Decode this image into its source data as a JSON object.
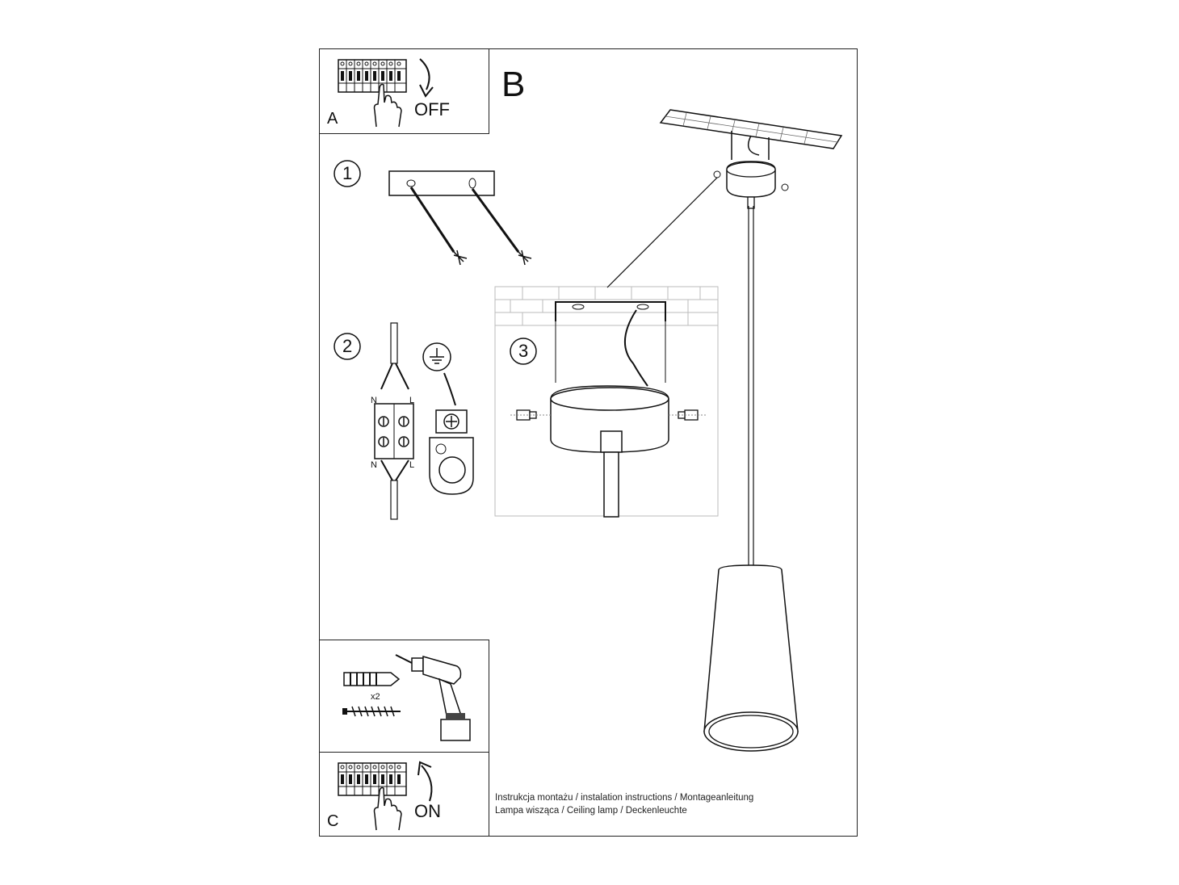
{
  "panel_a": {
    "letter": "A",
    "action": "OFF"
  },
  "panel_b": {
    "letter": "B"
  },
  "panel_c": {
    "letter": "C",
    "action": "ON"
  },
  "steps": {
    "one": "1",
    "two": "2",
    "three": "3"
  },
  "wiring": {
    "n_top": "N",
    "l_top": "L",
    "n_bottom": "N",
    "l_bottom": "L"
  },
  "drill": {
    "quantity": "x2"
  },
  "footer": {
    "line1": "Instrukcja montażu / instalation instructions / Montageanleitung",
    "line2": "Lampa wisząca / Ceiling lamp  / Deckenleuchte"
  },
  "icons": [
    "circuit-breaker-icon",
    "hand-icon",
    "arrow-icon",
    "ground-symbol-icon",
    "drill-icon",
    "wall-plug-icon",
    "screw-icon"
  ]
}
